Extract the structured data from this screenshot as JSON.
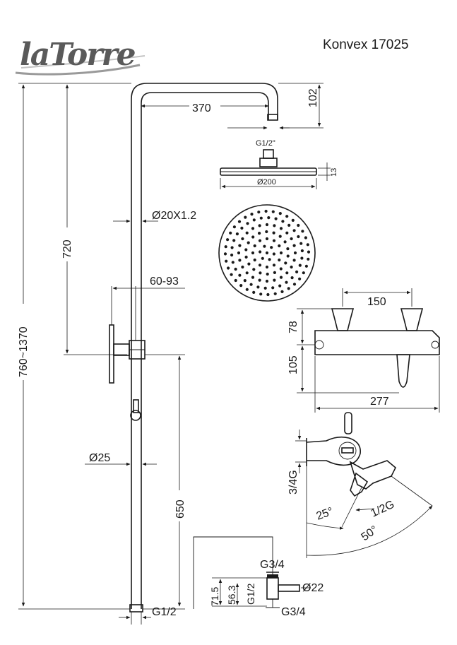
{
  "brand": {
    "logo_text": "laTorre"
  },
  "model_title": "Konvex 17025",
  "dimensions": {
    "arm_length": "370",
    "arm_drop": "102",
    "head_inlet": "G1/2\"",
    "head_thickness": "13",
    "head_diameter": "Ø200",
    "tube_small": "Ø20X1.2",
    "upper_height": "720",
    "total_height": "760~1370",
    "bracket_range": "60-93",
    "tube_large": "Ø25",
    "lower_height": "650",
    "base_thread": "G1/2",
    "mixer_spacing": "150",
    "mixer_upper": "78",
    "mixer_lower": "105",
    "mixer_width": "277",
    "side_thread": "3/4G",
    "spout_thread": "1/2G",
    "angle_small": "25°",
    "angle_large": "50°",
    "conn_thread_top": "G3/4",
    "conn_height_a": "71.5",
    "conn_height_b": "56.3",
    "conn_thread_side": "G1/2",
    "conn_diameter": "Ø22",
    "conn_thread_bottom": "G3/4"
  }
}
